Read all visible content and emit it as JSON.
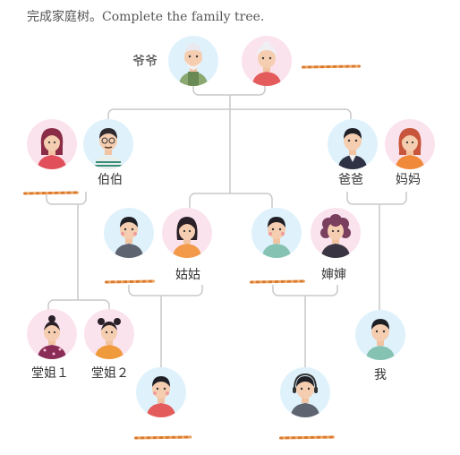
{
  "instruction": "完成家庭树。Complete the family tree.",
  "labels": {
    "grandpa": "爷爷",
    "uncle": "伯伯",
    "dad": "爸爸",
    "mom": "妈妈",
    "aunt": "姑姑",
    "auntie": "婶婶",
    "cousin1": "堂姐１",
    "cousin2": "堂姐２",
    "me": "我"
  },
  "colors": {
    "line": "#c8c8c8",
    "blank_line": "#e07b2c",
    "male_bg": "#dff2fc",
    "female_bg": "#fbe3ee"
  }
}
